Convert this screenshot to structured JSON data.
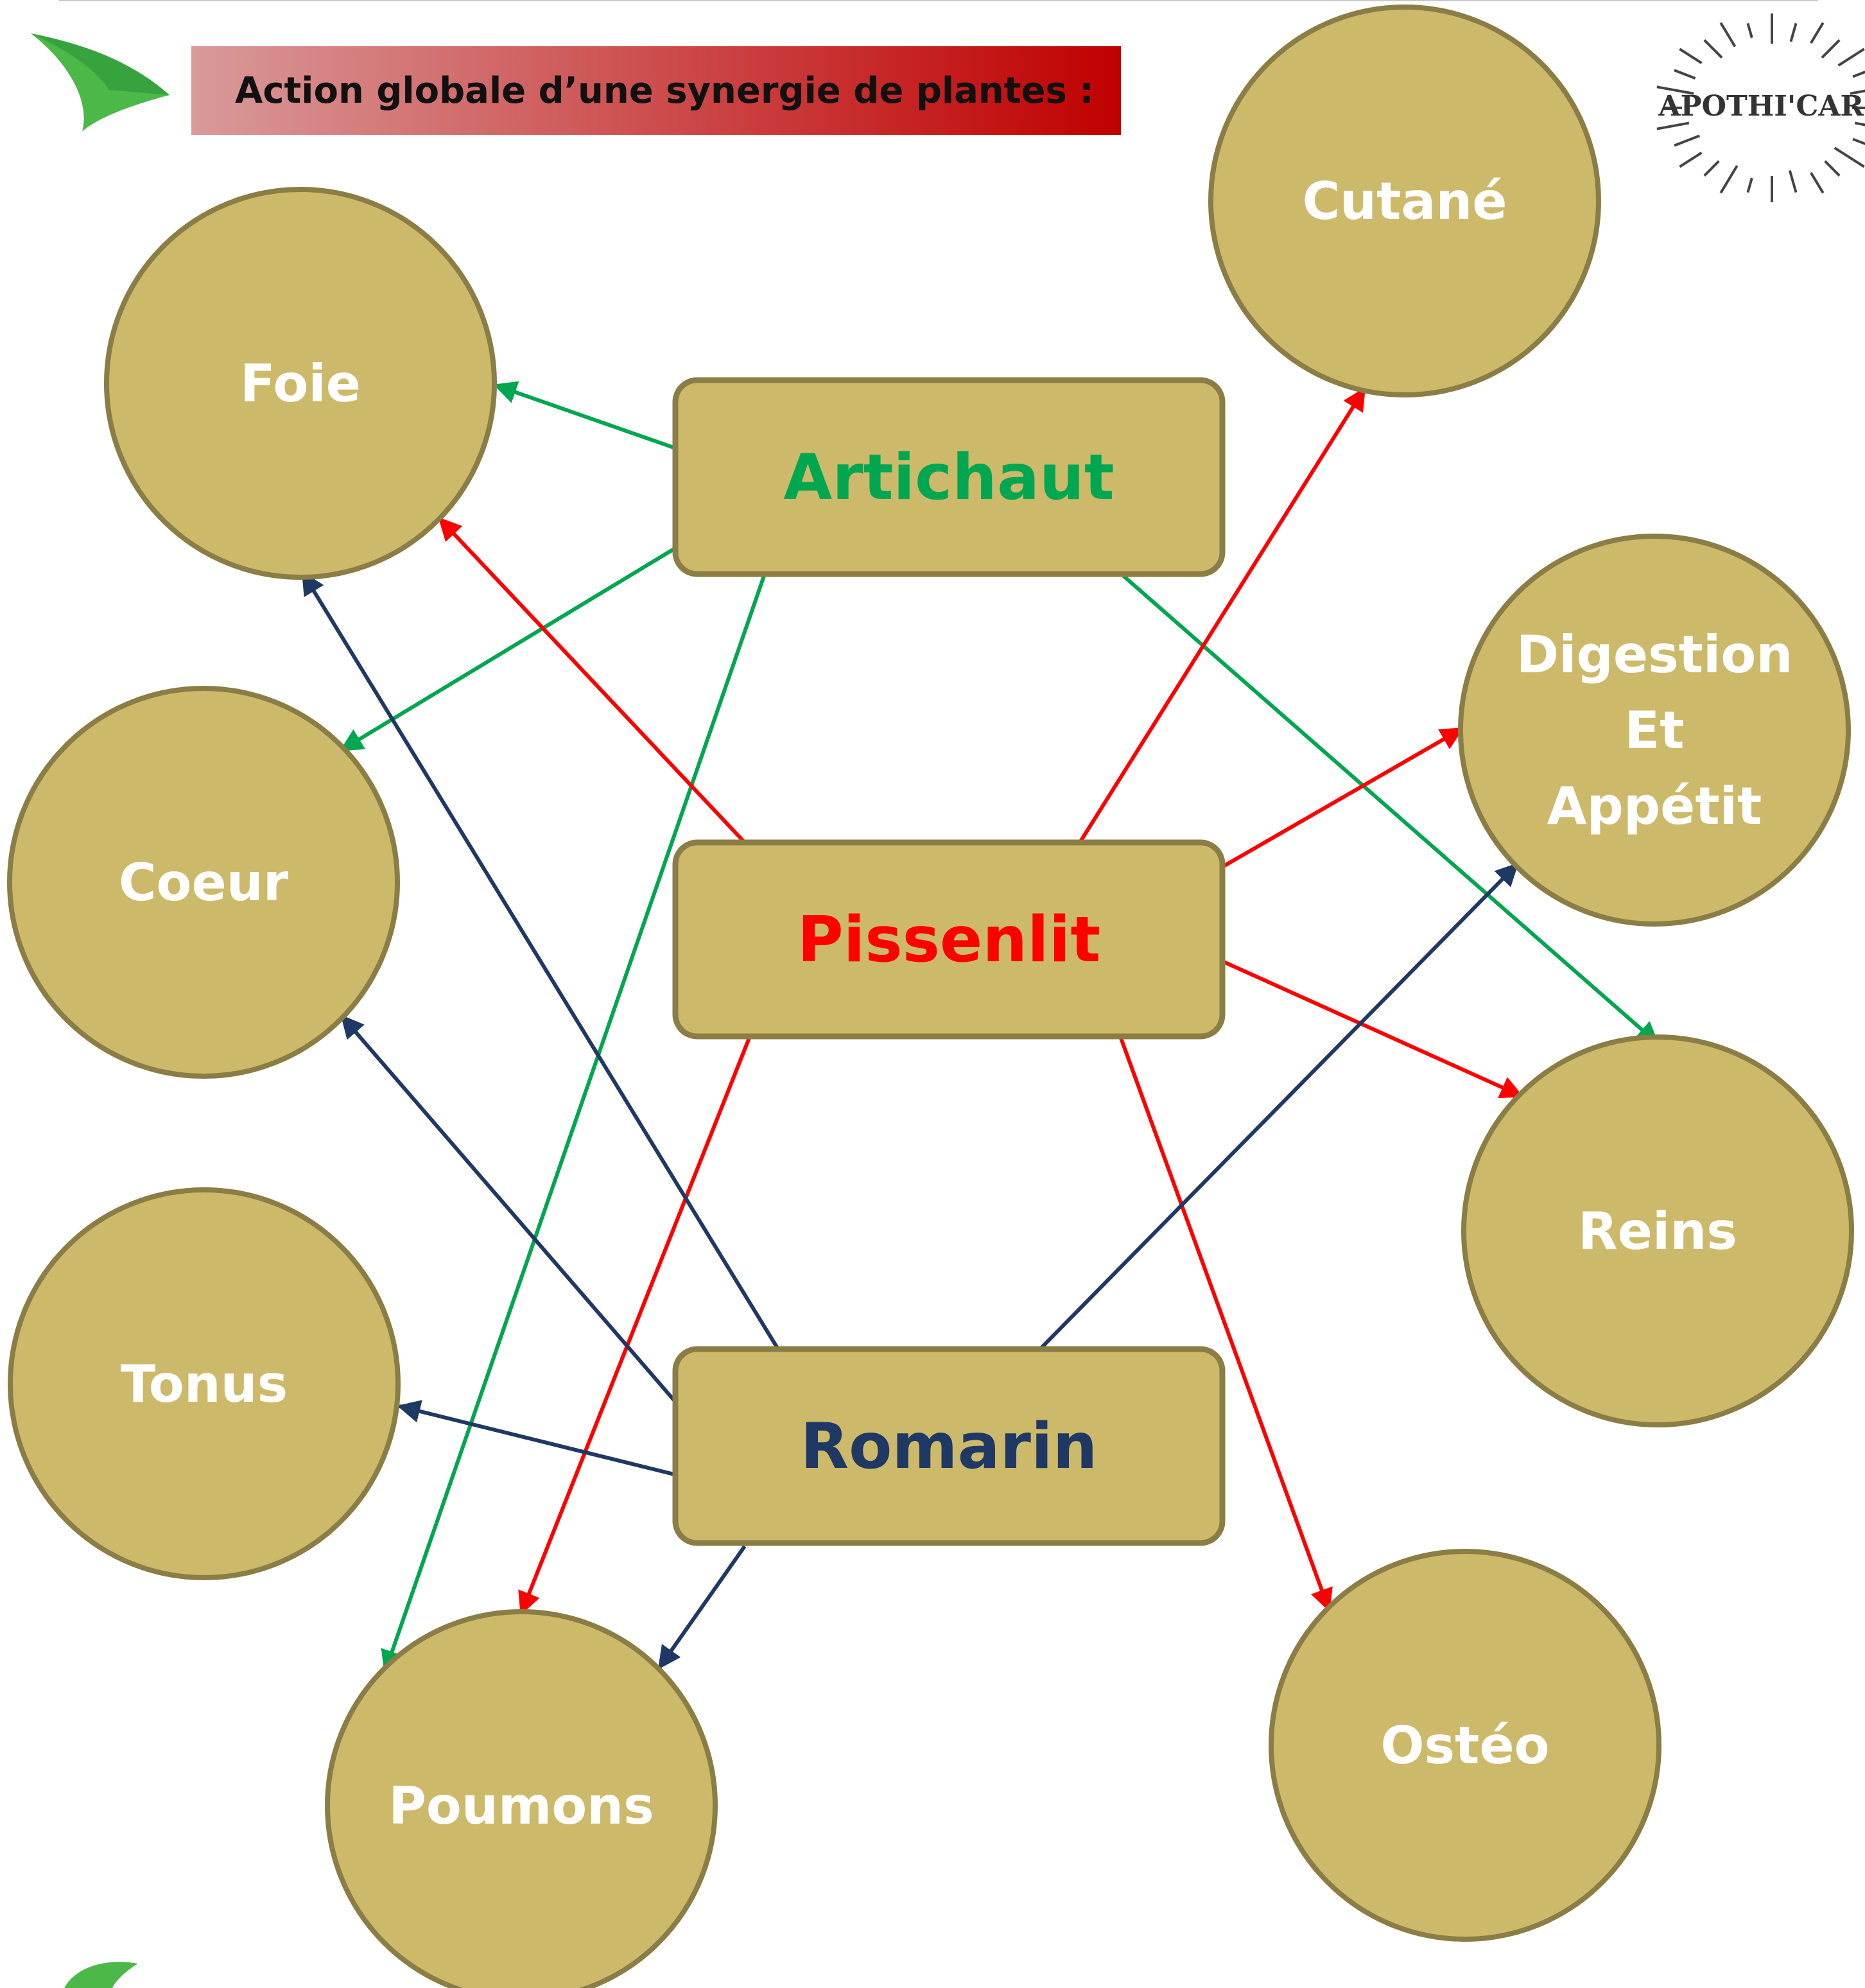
{
  "header": {
    "title": "Action globale d’une synergie de plantes :",
    "logo_text": "APOTHI'CARE",
    "banner_gradient": [
      "#d99a9a",
      "#c00000"
    ]
  },
  "colors": {
    "circle_fill": "#cdb96a",
    "circle_stroke": "#8a7d45",
    "box_fill": "#cdb96a",
    "box_stroke": "#8a7d45",
    "artichaut": "#00a650",
    "pissenlit": "#ff0000",
    "romarin": "#1f3864",
    "arrow_logo_green": "#4cb848"
  },
  "plants": [
    {
      "id": "artichaut",
      "label": "Artichaut",
      "color": "#00a650"
    },
    {
      "id": "pissenlit",
      "label": "Pissenlit",
      "color": "#ff0000"
    },
    {
      "id": "romarin",
      "label": "Romarin",
      "color": "#1f3864"
    }
  ],
  "targets": [
    {
      "id": "foie",
      "lines": [
        "Foie"
      ]
    },
    {
      "id": "coeur",
      "lines": [
        "Coeur"
      ]
    },
    {
      "id": "tonus",
      "lines": [
        "Tonus"
      ]
    },
    {
      "id": "poumons",
      "lines": [
        "Poumons"
      ]
    },
    {
      "id": "cutane",
      "lines": [
        "Cutané"
      ]
    },
    {
      "id": "digestion",
      "lines": [
        "Digestion",
        "Et",
        "Appétit"
      ]
    },
    {
      "id": "reins",
      "lines": [
        "Reins"
      ]
    },
    {
      "id": "osteo",
      "lines": [
        "Ostéo"
      ]
    }
  ],
  "edges": [
    {
      "from": "artichaut",
      "to": "foie"
    },
    {
      "from": "artichaut",
      "to": "coeur"
    },
    {
      "from": "artichaut",
      "to": "poumons"
    },
    {
      "from": "artichaut",
      "to": "reins"
    },
    {
      "from": "pissenlit",
      "to": "foie"
    },
    {
      "from": "pissenlit",
      "to": "cutane"
    },
    {
      "from": "pissenlit",
      "to": "digestion"
    },
    {
      "from": "pissenlit",
      "to": "reins"
    },
    {
      "from": "pissenlit",
      "to": "poumons"
    },
    {
      "from": "pissenlit",
      "to": "osteo"
    },
    {
      "from": "romarin",
      "to": "foie"
    },
    {
      "from": "romarin",
      "to": "coeur"
    },
    {
      "from": "romarin",
      "to": "tonus"
    },
    {
      "from": "romarin",
      "to": "poumons"
    },
    {
      "from": "romarin",
      "to": "digestion"
    }
  ]
}
